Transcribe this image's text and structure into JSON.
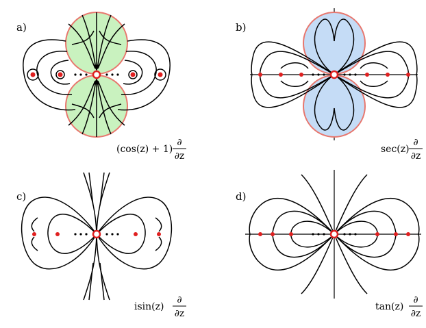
{
  "panels": [
    {
      "id": "a",
      "label": "a)",
      "caption": {
        "prefix": "(cos(z) + 1)",
        "numerator": "∂",
        "denominator": "∂z"
      },
      "disk_fill": "#c9f2bf",
      "disk_stroke": "#e8776e"
    },
    {
      "id": "b",
      "label": "b)",
      "caption": {
        "prefix": "sec(z)",
        "numerator": "∂",
        "denominator": "∂z"
      },
      "disk_fill": "#c5dcf6",
      "disk_stroke": "#e8776e"
    },
    {
      "id": "c",
      "label": "c)",
      "caption": {
        "prefix": "isin(z)",
        "numerator": "∂",
        "denominator": "∂z"
      }
    },
    {
      "id": "d",
      "label": "d)",
      "caption": {
        "prefix": "tan(z)",
        "numerator": "∂",
        "denominator": "∂z"
      }
    }
  ],
  "colors": {
    "flow_line": "#000000",
    "pole_marker": "#e02020",
    "zero_marker": "#e02020"
  }
}
